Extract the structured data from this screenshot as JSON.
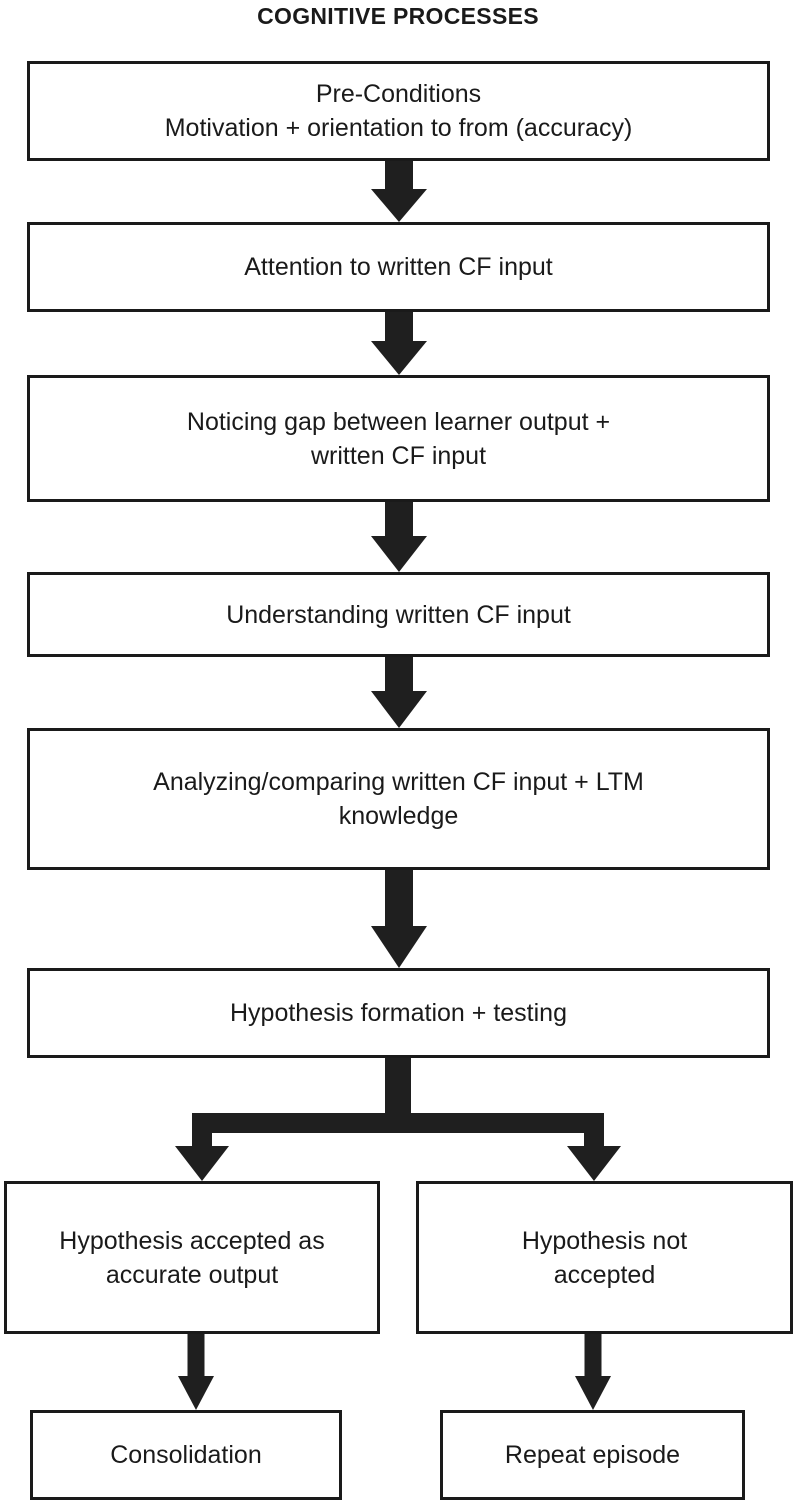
{
  "title": "COGNITIVE PROCESSES",
  "diagram": {
    "type": "flowchart",
    "orientation": "top-to-bottom",
    "nodes": [
      {
        "id": "pre-conditions",
        "label": "Pre-Conditions\nMotivation + orientation to from (accuracy)"
      },
      {
        "id": "attention",
        "label": "Attention to written CF input"
      },
      {
        "id": "noticing-gap",
        "label": "Noticing gap between learner output +\nwritten CF input"
      },
      {
        "id": "understanding",
        "label": "Understanding written CF input"
      },
      {
        "id": "analyzing",
        "label": "Analyzing/comparing written CF input + LTM\nknowledge"
      },
      {
        "id": "hypothesis-formation",
        "label": "Hypothesis formation + testing"
      },
      {
        "id": "hypothesis-accepted",
        "label": "Hypothesis accepted as\naccurate output"
      },
      {
        "id": "hypothesis-not-accepted",
        "label": "Hypothesis not\naccepted"
      },
      {
        "id": "consolidation",
        "label": "Consolidation"
      },
      {
        "id": "repeat-episode",
        "label": "Repeat episode"
      }
    ],
    "edges": [
      {
        "from": "pre-conditions",
        "to": "attention"
      },
      {
        "from": "attention",
        "to": "noticing-gap"
      },
      {
        "from": "noticing-gap",
        "to": "understanding"
      },
      {
        "from": "understanding",
        "to": "analyzing"
      },
      {
        "from": "analyzing",
        "to": "hypothesis-formation"
      },
      {
        "from": "hypothesis-formation",
        "to": "hypothesis-accepted"
      },
      {
        "from": "hypothesis-formation",
        "to": "hypothesis-not-accepted"
      },
      {
        "from": "hypothesis-accepted",
        "to": "consolidation"
      },
      {
        "from": "hypothesis-not-accepted",
        "to": "repeat-episode"
      }
    ],
    "colors": {
      "stroke": "#1a1a1a",
      "arrow": "#1f1f1f",
      "fill": "#ffffff",
      "text": "#1a1a1a"
    }
  }
}
